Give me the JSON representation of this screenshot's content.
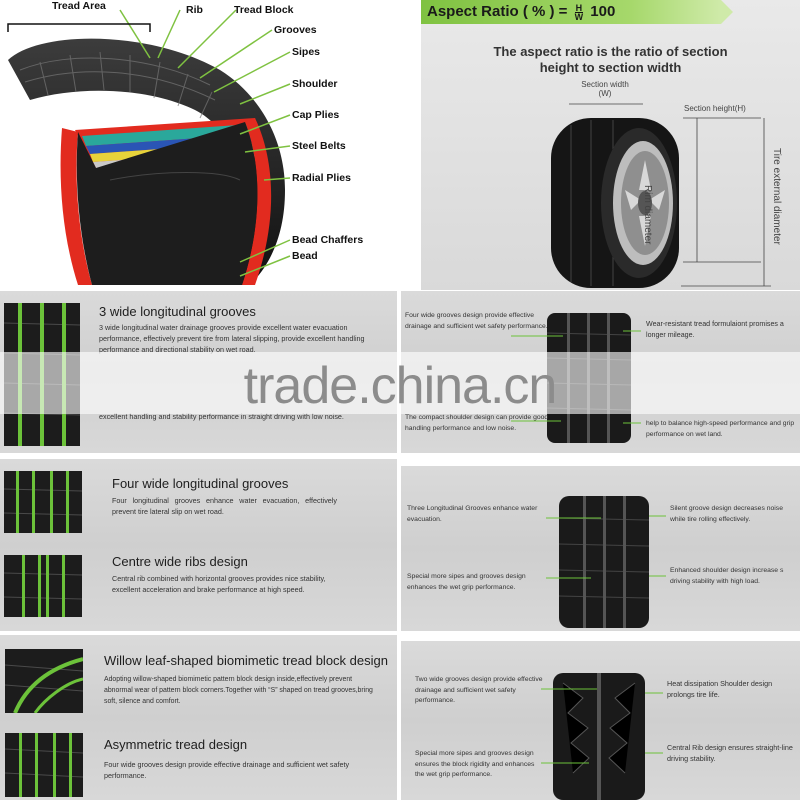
{
  "anatomy": {
    "labels": [
      "Tread Area",
      "Rib",
      "Tread Block",
      "Grooves",
      "Sipes",
      "Shoulder",
      "Cap Plies",
      "Steel Belts",
      "Radial Plies",
      "Bead Chaffers",
      "Bead"
    ]
  },
  "aspect": {
    "title": "Aspect Ratio ( % ) = ",
    "frac_top": "H",
    "frac_bottom": "W",
    "frac_suffix": "100",
    "desc_line1": "The aspect ratio is the ratio of section",
    "desc_line2": "height to section width",
    "section_width_1": "Section width",
    "section_width_2": "(W)",
    "section_height": "Section height(H)",
    "rim_diameter": "Rim diameter",
    "tire_external": "Tire external diameter"
  },
  "left_features": [
    {
      "title": "3 wide longitudinal grooves",
      "desc": "3 wide longitudinal water drainage grooves provide excellent water evacuation performance, effectively prevent tire from lateral slipping, provide excellent handling performance and directional stability on wet road.",
      "desc2": "excellent handling and stability performance in straight driving with low noise."
    },
    {
      "title": "Four wide longitudinal grooves",
      "desc": "Four longitudinal grooves enhance water evacuation, effectively prevent tire lateral slip on wet road."
    },
    {
      "title": "Centre wide ribs design",
      "desc": "Central rib combined with horizontal grooves provides nice stability, excellent acceleration and brake performance at high speed."
    },
    {
      "title": "Willow leaf-shaped biomimetic tread block design",
      "desc": "Adopting willow-shaped biomimetic pattern block design inside,effectively prevent abnormal wear of pattern block corners.Together with “S” shaped on tread grooves,bring soft, silence and comfort."
    },
    {
      "title": "Asymmetric tread design",
      "desc": "Four wide grooves design provide effective drainage and sufficient wet safety performance."
    }
  ],
  "right_panels": [
    {
      "left_top": "Four wide grooves design provide effective drainage and sufficient wet safety performance.",
      "right_top": "Wear-resistant tread formulaiont promises a longer mileage.",
      "left_bottom": "The compact shoulder design can provide good handling performance and low noise.",
      "right_bottom": "help to balance high-speed performance and grip performance on wet land."
    },
    {
      "left_top": "Three Longitudinal Grooves enhance water evacuation.",
      "right_top": "Silent groove design decreases noise while tire rolling effectively.",
      "left_bottom": "Special more sipes and grooves design enhances the wet grip performance.",
      "right_bottom": "Enhanced shoulder design increase s driving stability with high load."
    },
    {
      "left_top": "Two wide grooves design provide effective drainage and sufficient wet safety performance.",
      "right_top": "Heat dissipation Shoulder design prolongs tire life.",
      "left_bottom": "Special more sipes and grooves design ensures the block rigidity and enhances the wet grip performance.",
      "right_bottom": "Central Rib design ensures straight-line driving stability."
    }
  ],
  "watermark": "trade.china.cn",
  "colors": {
    "accent_green": "#6cc23a",
    "header_green": "#7fc241",
    "panel_gray": "#d3d3d3"
  }
}
